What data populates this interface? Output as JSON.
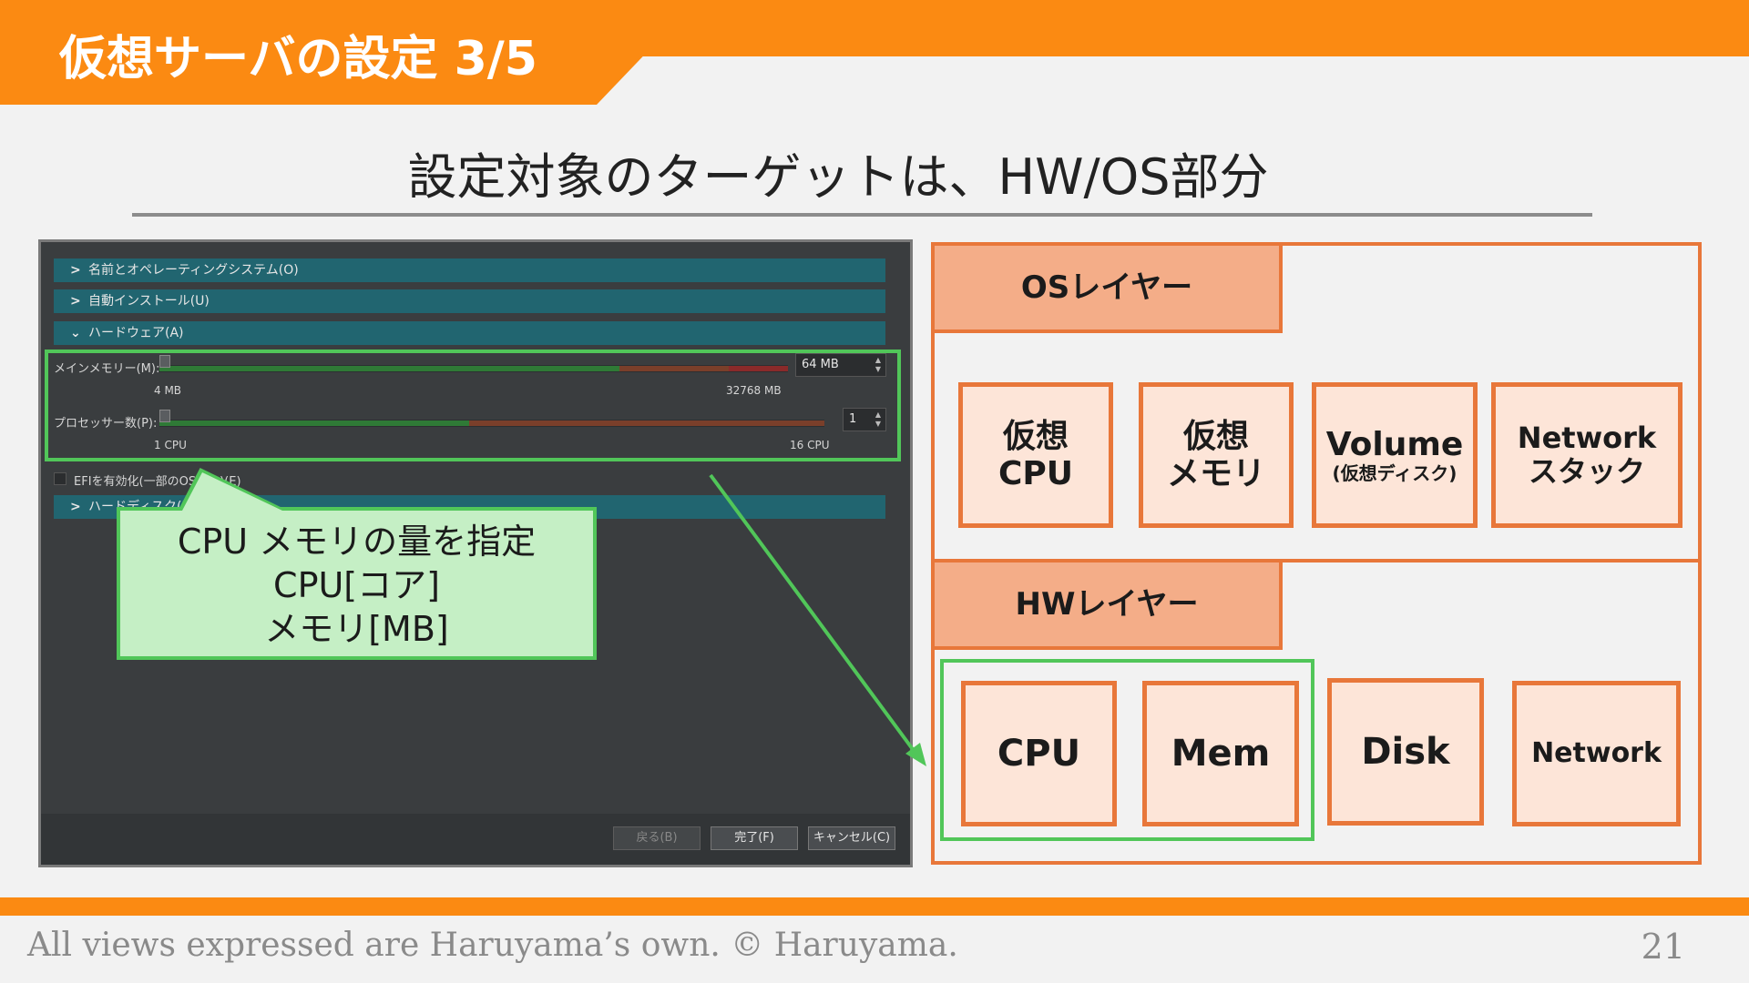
{
  "slide": {
    "title": "仮想サーバの設定 3/5",
    "subtitle": "設定対象のターゲットは、HW/OS部分",
    "footer": "All views expressed are Haruyama’s own. © Haruyama.",
    "page": "21"
  },
  "dialog": {
    "sections": [
      {
        "label": "名前とオペレーティングシステム(O)",
        "icon": "chevron-right-icon"
      },
      {
        "label": "自動インストール(U)",
        "icon": "chevron-right-icon"
      },
      {
        "label": "ハードウェア(A)",
        "icon": "chevron-down-icon"
      },
      {
        "label": "ハードディスク(H)",
        "icon": "chevron-right-icon"
      }
    ],
    "memory": {
      "label": "メインメモリー(M):",
      "value": "64 MB",
      "min_label": "4 MB",
      "max_label": "32768 MB"
    },
    "cpu": {
      "label": "プロセッサー数(P):",
      "value": "1",
      "min_label": "1 CPU",
      "max_label": "16 CPU"
    },
    "efi_label": "EFIを有効化(一部のOSのみ)(E)",
    "buttons": {
      "back": "戻る(B)",
      "finish": "完了(F)",
      "cancel": "キャンセル(C)"
    }
  },
  "callout": {
    "line1": "CPU メモリの量を指定",
    "line2": "CPU[コア]",
    "line3": "メモリ[MB]"
  },
  "diagram": {
    "os_layer": "OSレイヤー",
    "hw_layer": "HWレイヤー",
    "os_boxes": [
      {
        "line1": "仮想",
        "line2": "CPU"
      },
      {
        "line1": "仮想",
        "line2": "メモリ"
      },
      {
        "line1": "Volume",
        "line2": "(仮想ディスク)"
      },
      {
        "line1": "Network",
        "line2": "スタック"
      }
    ],
    "hw_boxes": [
      "CPU",
      "Mem",
      "Disk",
      "Network"
    ]
  },
  "colors": {
    "accent": "#fb8a12",
    "layer_border": "#e8773a",
    "layer_head": "#f4ad88",
    "box_fill": "#fde5d8",
    "highlight": "#51c659"
  }
}
